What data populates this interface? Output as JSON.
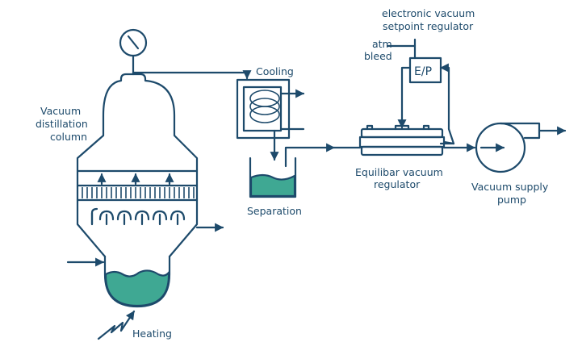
{
  "colors": {
    "line": "#1d4a6b",
    "liquid": "#3fa893",
    "background": "#ffffff"
  },
  "labels": {
    "column": [
      "Vacuum",
      "distillation",
      "column"
    ],
    "cooling": "Cooling",
    "separation": "Separation",
    "heating": "Heating",
    "setpoint_regulator": [
      "electronic vacuum",
      "setpoint regulator"
    ],
    "atm_bleed": [
      "atm",
      "bleed"
    ],
    "ep": "E/P",
    "equilibar": [
      "Equilibar vacuum",
      "regulator"
    ],
    "pump": [
      "Vacuum supply",
      "pump"
    ]
  }
}
